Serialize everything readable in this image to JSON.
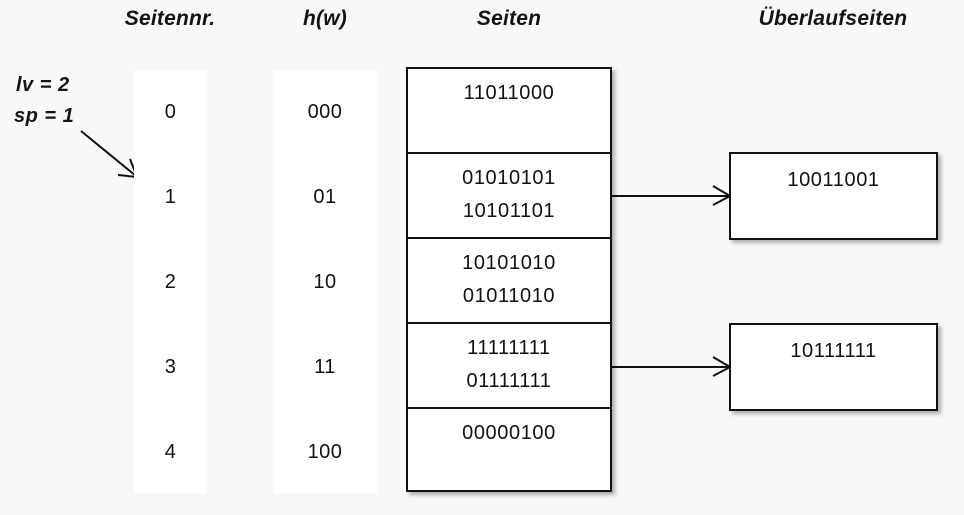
{
  "diagram": {
    "background_color": "#f8f8f8",
    "line_color": "#111111",
    "headers": {
      "seitennr": "Seitennr.",
      "hw": "h(w)",
      "seiten": "Seiten",
      "ueberlaufseiten": "Überlaufseiten"
    },
    "parameters": {
      "lv": "lv = 2",
      "sp": "sp = 1"
    },
    "rows": [
      {
        "seitennr": "0",
        "hw": "000",
        "page_lines": [
          "11011000"
        ],
        "overflow": null
      },
      {
        "seitennr": "1",
        "hw": "01",
        "page_lines": [
          "01010101",
          "10101101"
        ],
        "overflow": "10011001"
      },
      {
        "seitennr": "2",
        "hw": "10",
        "page_lines": [
          "10101010",
          "01011010"
        ],
        "overflow": null
      },
      {
        "seitennr": "3",
        "hw": "11",
        "page_lines": [
          "11111111",
          "01111111"
        ],
        "overflow": "10111111"
      },
      {
        "seitennr": "4",
        "hw": "100",
        "page_lines": [
          "00000100"
        ],
        "overflow": null
      }
    ],
    "overflow_pages": [
      {
        "value": "10011001",
        "from_row": "1"
      },
      {
        "value": "10111111",
        "from_row": "3"
      }
    ],
    "icons": {
      "pointer_arrow": "diagonal-arrow-down-right-icon",
      "connector_arrow": "arrow-right-icon"
    }
  }
}
